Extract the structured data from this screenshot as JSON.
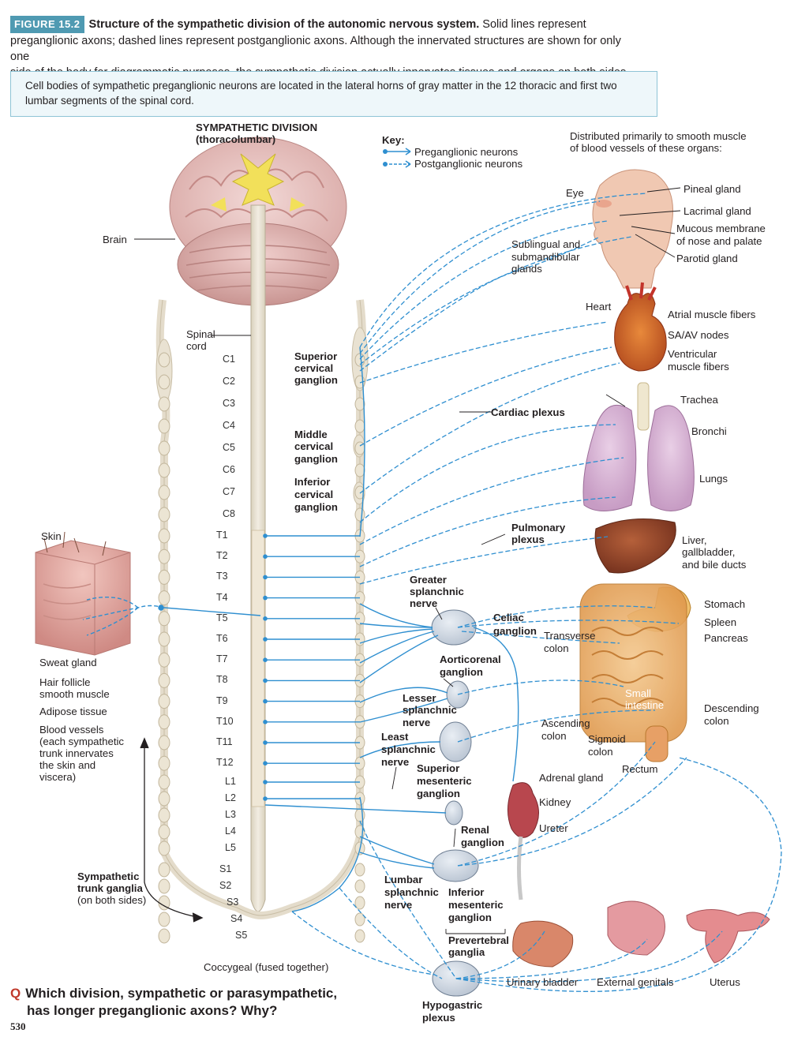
{
  "figure": {
    "badge": "FIGURE 15.2",
    "title": "Structure of the sympathetic division of the autonomic nervous system.",
    "caption_line1": " Solid lines represent",
    "caption_line2": "preganglionic axons; dashed lines represent postganglionic axons. Although the innervated structures are shown for only one",
    "caption_line3": "side of the body for diagrammatic purposes, the sympathetic division actually innervates tissues and organs on both sides."
  },
  "note": {
    "line1": "Cell bodies of sympathetic preganglionic neurons are located in the lateral horns of gray matter in the 12 thoracic and first two",
    "line2": "lumbar segments of the spinal cord."
  },
  "diagram": {
    "division_title": "SYMPATHETIC DIVISION",
    "division_sub": "(thoracolumbar)",
    "key_title": "Key:",
    "key_pre": "Preganglionic neurons",
    "key_post": "Postganglionic neurons",
    "distributed_1": "Distributed primarily to smooth muscle",
    "distributed_2": "of blood vessels of these organs:",
    "brain": "Brain",
    "spinal_cord_1": "Spinal",
    "spinal_cord_2": "cord",
    "skin": "Skin",
    "sweat_gland": "Sweat gland",
    "hair_follicle_1": "Hair follicle",
    "hair_follicle_2": "smooth muscle",
    "adipose": "Adipose tissue",
    "blood_vessels": [
      "Blood vessels",
      "(each sympathetic",
      "trunk innervates",
      "the skin and",
      "viscera)"
    ],
    "trunk_ganglia": [
      "Sympathetic",
      "trunk ganglia"
    ],
    "trunk_ganglia_sub": "(on both sides)",
    "coccygeal": "Coccygeal (fused together)",
    "segments_cervical": [
      "C1",
      "C2",
      "C3",
      "C4",
      "C5",
      "C6",
      "C7",
      "C8"
    ],
    "segments_thoracic": [
      "T1",
      "T2",
      "T3",
      "T4",
      "T5",
      "T6",
      "T7",
      "T8",
      "T9",
      "T10",
      "T11",
      "T12"
    ],
    "segments_lumbar": [
      "L1",
      "L2",
      "L3",
      "L4",
      "L5"
    ],
    "segments_sacral": [
      "S1",
      "S2",
      "S3",
      "S4",
      "S5"
    ],
    "superior_cervical": [
      "Superior",
      "cervical",
      "ganglion"
    ],
    "middle_cervical": [
      "Middle",
      "cervical",
      "ganglion"
    ],
    "inferior_cervical": [
      "Inferior",
      "cervical",
      "ganglion"
    ],
    "cardiac_plexus": "Cardiac plexus",
    "pulmonary_plexus": [
      "Pulmonary",
      "plexus"
    ],
    "greater_splanchnic": [
      "Greater",
      "splanchnic",
      "nerve"
    ],
    "celiac": [
      "Celiac",
      "ganglion"
    ],
    "aorticorenal": [
      "Aorticorenal",
      "ganglion"
    ],
    "lesser_splanchnic": [
      "Lesser",
      "splanchnic",
      "nerve"
    ],
    "least_splanchnic": [
      "Least",
      "splanchnic",
      "nerve"
    ],
    "superior_mesenteric": [
      "Superior",
      "mesenteric",
      "ganglion"
    ],
    "renal_ganglion": [
      "Renal",
      "ganglion"
    ],
    "lumbar_splanchnic": [
      "Lumbar",
      "splanchnic",
      "nerve"
    ],
    "inferior_mesenteric": [
      "Inferior",
      "mesenteric",
      "ganglion"
    ],
    "prevertebral": [
      "Prevertebral",
      "ganglia"
    ],
    "hypogastric": [
      "Hypogastric",
      "plexus"
    ],
    "eye": "Eye",
    "pineal": "Pineal gland",
    "lacrimal": "Lacrimal gland",
    "mucous": [
      "Mucous membrane",
      "of nose and palate"
    ],
    "parotid": "Parotid gland",
    "sublingual": [
      "Sublingual and",
      "submandibular",
      "glands"
    ],
    "heart": "Heart",
    "atrial": "Atrial muscle fibers",
    "sa_av": "SA/AV nodes",
    "ventricular": [
      "Ventricular",
      "muscle fibers"
    ],
    "trachea": "Trachea",
    "bronchi": "Bronchi",
    "lungs": "Lungs",
    "liver": [
      "Liver,",
      "gallbladder,",
      "and bile ducts"
    ],
    "stomach": "Stomach",
    "spleen": "Spleen",
    "pancreas": "Pancreas",
    "transverse_colon": [
      "Transverse",
      "colon"
    ],
    "small_intestine": [
      "Small",
      "intestine"
    ],
    "descending_colon": [
      "Descending",
      "colon"
    ],
    "ascending_colon": [
      "Ascending",
      "colon"
    ],
    "sigmoid_colon": [
      "Sigmoid",
      "colon"
    ],
    "rectum": "Rectum",
    "adrenal": "Adrenal gland",
    "kidney": "Kidney",
    "ureter": "Ureter",
    "urinary_bladder": "Urinary bladder",
    "external_genitals": "External genitals",
    "uterus": "Uterus"
  },
  "question": {
    "marker": "Q",
    "line1": "Which division, sympathetic or parasympathetic,",
    "line2": "has longer preganglionic axons? Why?"
  },
  "page_number": "530",
  "colors": {
    "nerve": "#2f8fd0",
    "badge": "#4f9ab2",
    "note_border": "#8fc4d6",
    "cord": "#e7e0d0",
    "ganglion": "#ccd6e2"
  }
}
